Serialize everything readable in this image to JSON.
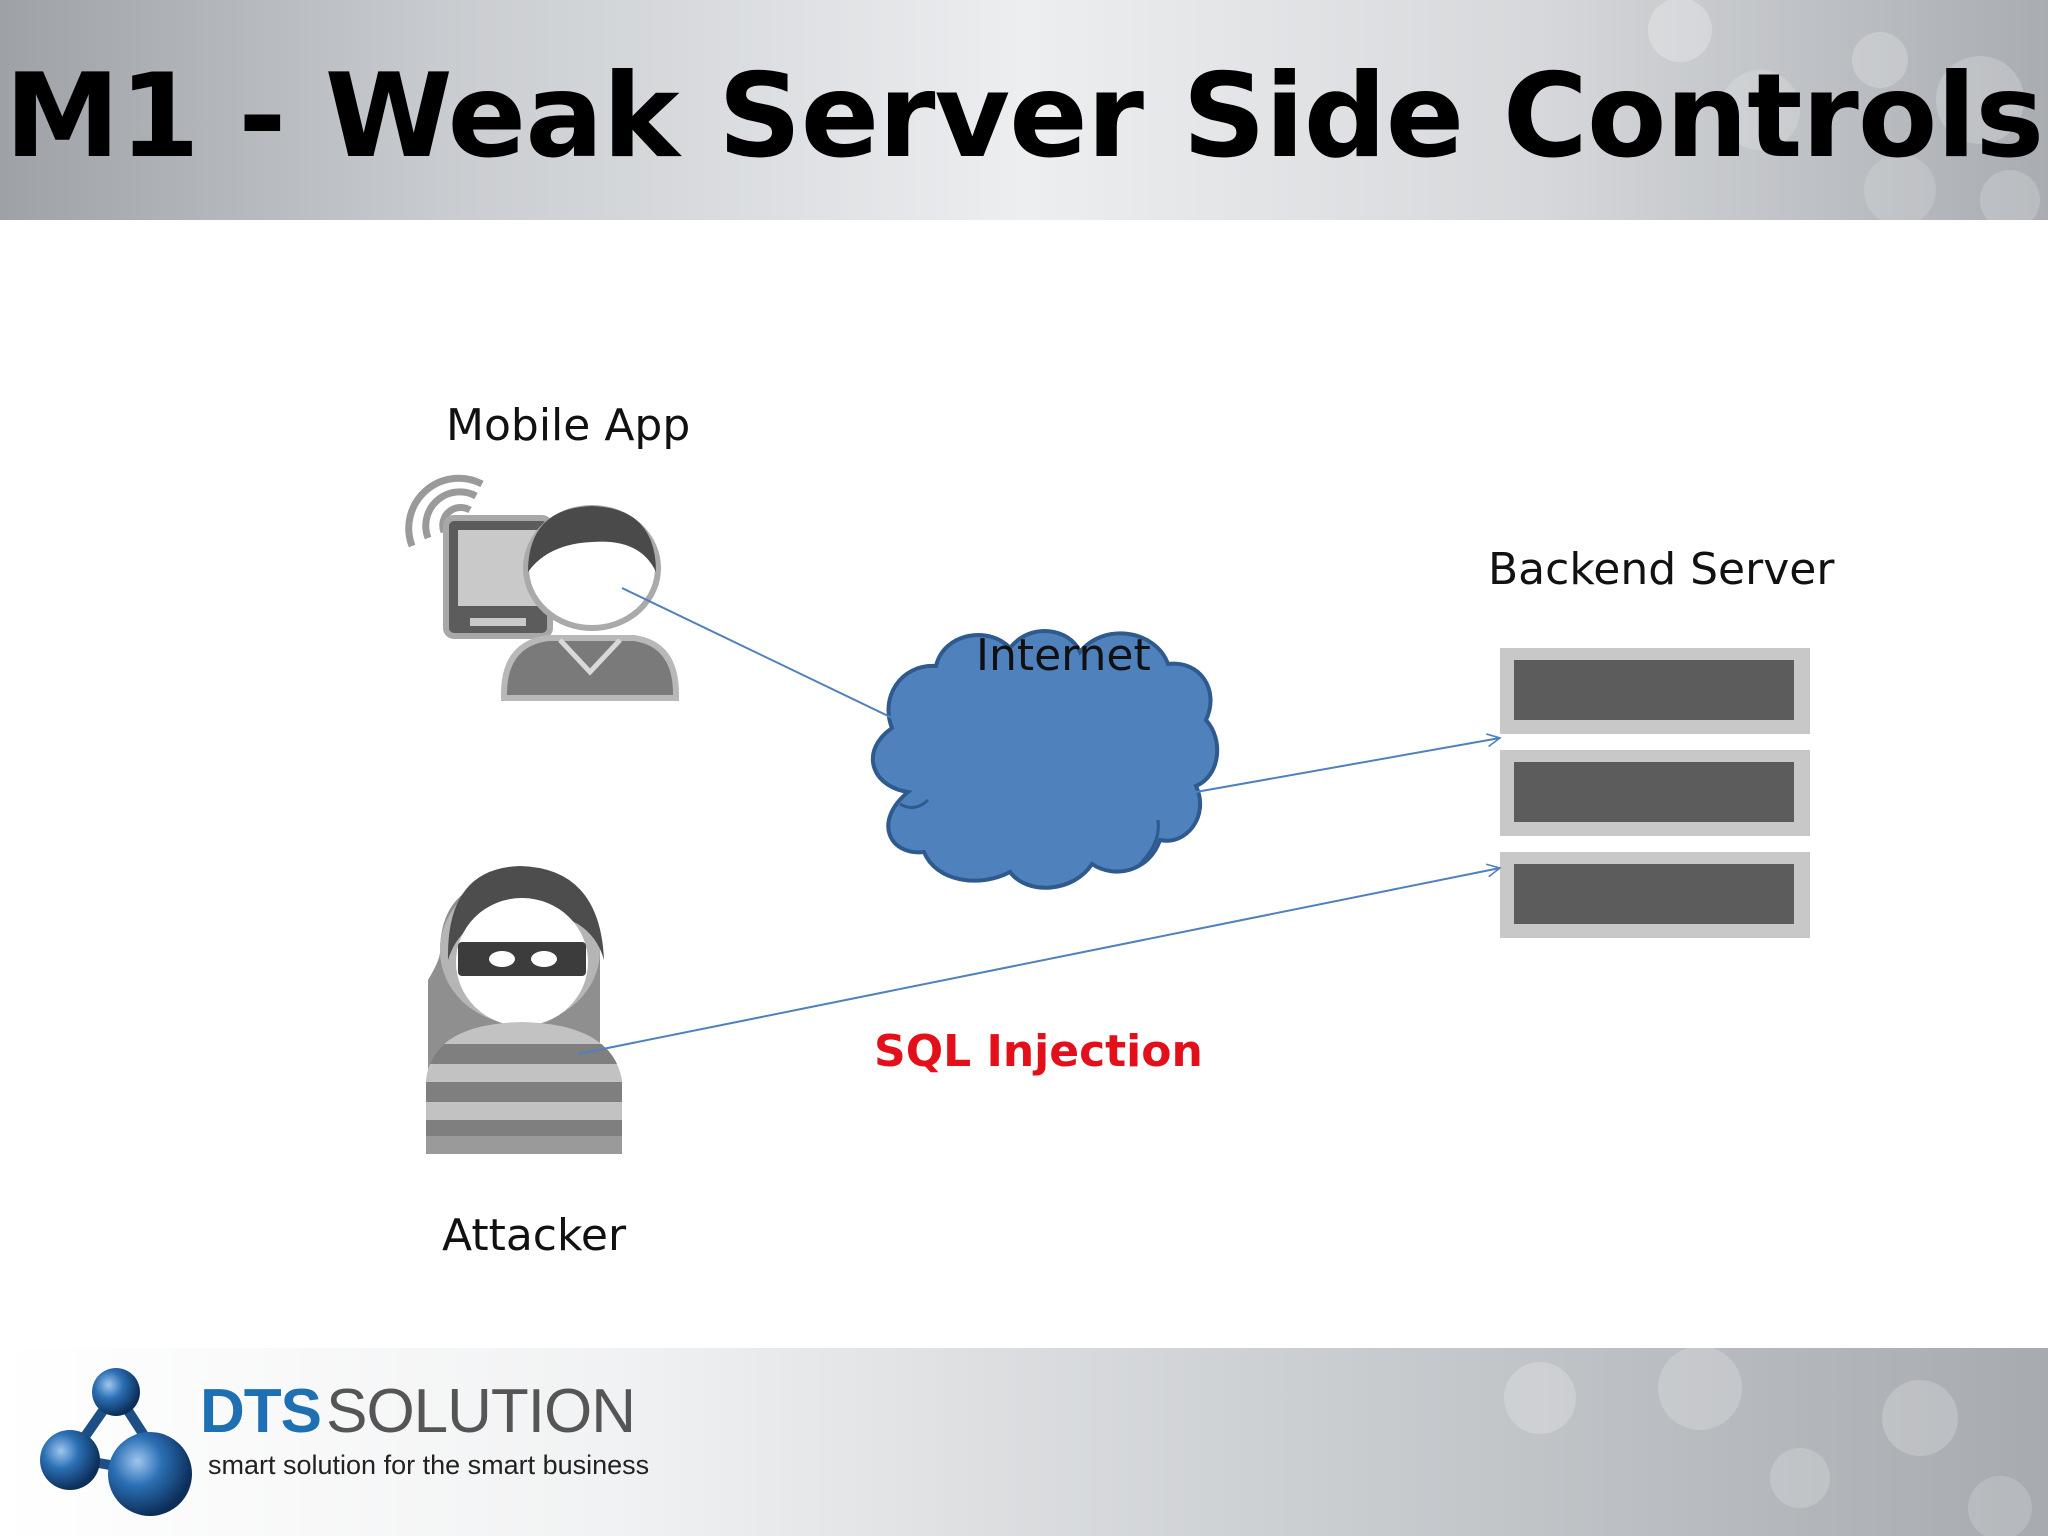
{
  "slide": {
    "title": "M1 - Weak Server Side Controls"
  },
  "diagram": {
    "nodes": {
      "mobile_app": {
        "label": "Mobile App",
        "icon": "user-with-tablet-icon"
      },
      "internet": {
        "label": "Internet",
        "icon": "cloud-icon",
        "color": "#4f81bd"
      },
      "backend_server": {
        "label": "Backend Server",
        "icon": "server-rack-icon"
      },
      "attacker": {
        "label": "Attacker",
        "icon": "masked-thief-icon"
      }
    },
    "edges": [
      {
        "from": "mobile_app",
        "to": "internet"
      },
      {
        "from": "internet",
        "to": "backend_server"
      },
      {
        "from": "attacker",
        "to": "backend_server",
        "label": "SQL Injection",
        "label_color": "#e3101c"
      }
    ],
    "edge_color": "#4f81bd"
  },
  "footer": {
    "brand_primary": "DTS",
    "brand_secondary": "SOLUTION",
    "tagline": "smart solution for the smart business",
    "brand_color": "#1f6fb3"
  }
}
